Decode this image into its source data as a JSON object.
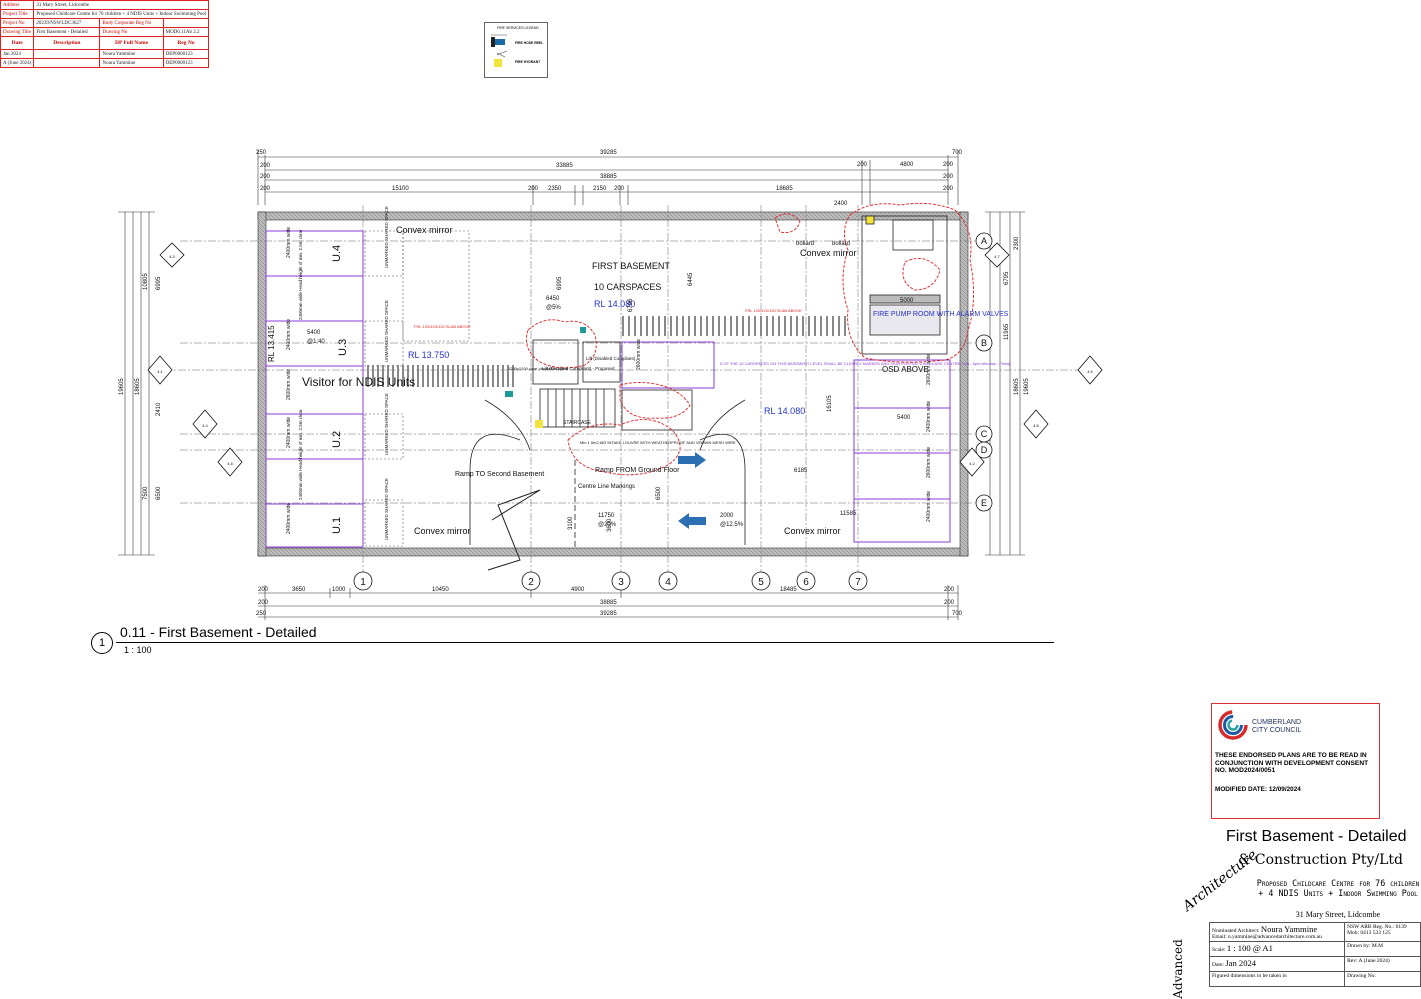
{
  "project_table": {
    "rows": [
      {
        "key": "Address",
        "value": "31 Mary Street, Lidcombe"
      },
      {
        "key": "Project Title",
        "value": "Proposed Childcare Centre for 76 children + 4 NDIS Units + Indoor Swimming Pool"
      },
      {
        "key": "Project No",
        "value": "20239/NSWLDC3627",
        "key2": "Body Corporate Reg No",
        "value2": ""
      },
      {
        "key": "Drawing Title",
        "value": "First Basement - Detailed",
        "key2": "Drawing No",
        "value2": "MOD0.11Ab 2.2"
      }
    ],
    "headers": [
      "Date",
      "Description",
      "DP Full Name",
      "Reg No"
    ],
    "entries": [
      {
        "date": "Jan 2024",
        "description": "",
        "name": "Noura Yammine",
        "reg": "DEP0000123"
      },
      {
        "date": "A (June 2024)",
        "description": "",
        "name": "Noura Yammine",
        "reg": "DEP0000123"
      }
    ]
  },
  "legend": {
    "title": "FIRE SERVICES LEGEND",
    "items": [
      {
        "label": "FIRE HOSE REEL",
        "icon": "fire-hose-reel-icon",
        "color": "#1a6aa8"
      },
      {
        "label": "FIRE HYDRANT",
        "icon": "fire-hydrant-icon",
        "color": "#f2e23c"
      }
    ]
  },
  "plan": {
    "overall_dims": {
      "top_total": "39285",
      "top_mid": "33885",
      "top_inner": "38885",
      "top_left": "15100",
      "top_right": "18685",
      "seg_200": "200",
      "seg_2350": "2350",
      "seg_2150": "2150",
      "seg_4800": "4800",
      "seg_250": "250",
      "seg_700": "700",
      "seg_2400": "2400"
    },
    "bottom_dims": {
      "d3650": "3650",
      "d1000": "1000",
      "d10450": "10450",
      "d4900": "4900",
      "d18485": "18485",
      "inner": "38885",
      "total": "39285",
      "d200": "200",
      "d250": "250",
      "d700": "700"
    },
    "side_dims": {
      "left_total": "19605",
      "left_a": "10805",
      "left_b": "18605",
      "left_c": "6995",
      "left_d": "7500",
      "left_e": "6500",
      "left_f": "2410",
      "right_a": "19605",
      "right_b": "11965",
      "right_c": "18605",
      "right_d": "6795",
      "right_e": "2300"
    },
    "grid_cols": [
      "1",
      "2",
      "3",
      "4",
      "5",
      "6",
      "7"
    ],
    "grid_rows": [
      "A",
      "B",
      "C",
      "D",
      "E"
    ],
    "section_markers": [
      "4.1",
      "4.2",
      "4.3",
      "4.4",
      "4.5",
      "4.6",
      "4.8",
      "4.7"
    ],
    "labels": {
      "first_basement": "FIRST BASEMENT",
      "carspaces": "10 CARSPACES",
      "rl_14080_a": "RL 14.080",
      "rl_13750": "RL 13.750",
      "rl_14080_b": "RL 14.080",
      "rl_13415": "RL 13.415",
      "frl_note_a": "FRL 120/120/120 SLAB ABOVE",
      "frl_note_b": "FRL 120/120/120 SLAB ABOVE",
      "carspace_note": "5 OF THE 10 CARSPACES ON THIS BASEMENT LEVEL SHALL BE CLEARLY MARKED AND SIGN POSTED 'CHILDCARE CENTRE 7am - 6pm Monday - Friday'",
      "visitor_ndis": "Visitor for NDIS Units",
      "unit_4": "U.4",
      "unit_3": "U.3",
      "unit_2": "U.2",
      "unit_1": "U.1",
      "unmarked_shared": "UNMARKED SHARED SPACE",
      "convex_mirror": "Convex mirror",
      "bollard": "bollard",
      "fire_pump_room": "FIRE PUMP ROOM WITH ALARM VALVES",
      "osd_above": "OSD ABOVE",
      "lift_a": "Lift (Disabled Compliant) - Proposed",
      "lift_b": "Lift (Disabled Compliant)",
      "staircase": "STAIRCASE",
      "ramp_to_second": "Ramp TO Second Basement",
      "ramp_from_ground": "Ramp FROM Ground Floor",
      "centre_line": "Centre Line Markings",
      "air_intake": "Min 1.5m2 AIR INTAKE LOUVRE WITH WEATHERPROOF AND VERMIN MESH WIRE",
      "clear_circulation": "1200x1200 clear circulation space",
      "wide_2400": "2400mm wide",
      "wide_2600": "2600mm wide",
      "dim_6450": "6450",
      "grad_5": "@5%",
      "dim_5400": "5400",
      "grad_14": "@1:40",
      "dim_11750": "11750",
      "grad_20": "@20%",
      "dim_2000": "2000",
      "grad_125": "@12.5%",
      "dim_6185": "6185",
      "dim_11585": "11585",
      "dim_5000": "5000",
      "dim_6995": "6995",
      "dim_6445": "6445",
      "dim_6796": "6796",
      "dim_16105": "16105",
      "dim_3100": "3100",
      "dim_3600": "3600",
      "dim_6500": "6500",
      "dim_5400b": "5400",
      "head_height": "2400mm wide Head height of min. 2.5m clear"
    }
  },
  "view": {
    "number": "1",
    "title": "0.11 - First Basement - Detailed",
    "scale": "1 : 100"
  },
  "stamp": {
    "council_name_1": "CUMBERLAND",
    "council_name_2": "CITY COUNCIL",
    "body": "THESE ENDORSED PLANS ARE TO BE READ IN CONJUNCTION WITH DEVELOPMENT CONSENT NO. MOD2024/0051",
    "modified": "MODIFIED DATE: 12/09/2024",
    "colors": {
      "border": "#dd3333",
      "logo_red": "#d62b2b",
      "logo_blue": "#1d5aa6",
      "logo_teal": "#2aa3a0"
    }
  },
  "sheet_title": "First Basement - Detailed",
  "firm": {
    "name": "& Construction Pty/Ltd",
    "arch": "Architecture",
    "advanced": "Advanced",
    "project_title": "Proposed Childcare Centre for 76 children + 4 NDIS Units + Indoor Swimming Pool",
    "address": "31 Mary Street, Lidcombe",
    "table": [
      {
        "left_label": "Nominated Architect:",
        "left_value": "Noura Yammine",
        "left_sub": "Email: n.yammine@advancedarchitecture.com.au",
        "right": "NSW ARB Reg. No.: 6139",
        "right_sub": "Mob: 0413 533 125"
      },
      {
        "left_label": "Scale:",
        "left_value": "1 : 100 @ A1",
        "right": "Drawn by: M.M"
      },
      {
        "left_label": "Date:",
        "left_value": "Jan 2024",
        "right": "Rev: A (June 2024)"
      },
      {
        "left_label": "Figured dimensions to be taken in",
        "left_value": "",
        "right": "Drawing No:"
      }
    ]
  }
}
